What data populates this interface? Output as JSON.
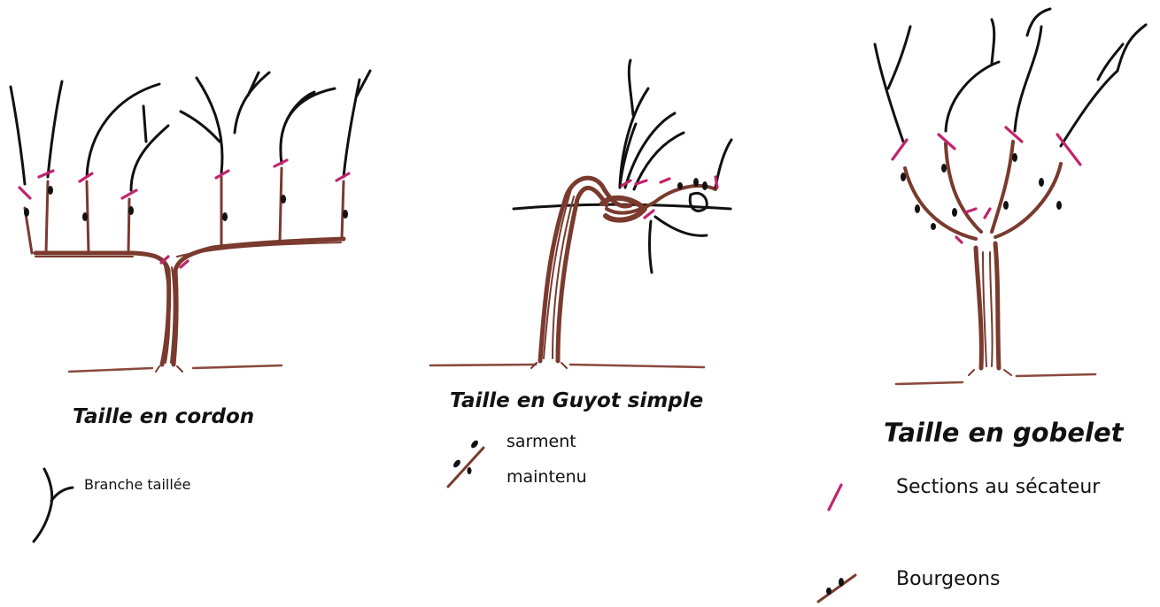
{
  "diagrams": [
    {
      "title": "Taille en cordon",
      "legend": [
        {
          "icon": "pruned-branch-icon",
          "label": "Branche taillée"
        }
      ]
    },
    {
      "title": "Taille en Guyot simple",
      "legend": [
        {
          "icon": "cane-icon",
          "label_line1": "sarment",
          "label_line2": "maintenu"
        }
      ]
    },
    {
      "title": "Taille en gobelet",
      "legend": [
        {
          "icon": "pruning-cut-icon",
          "label": "Sections au sécateur"
        },
        {
          "icon": "bud-icon",
          "label": "Bourgeons"
        }
      ]
    }
  ],
  "colors": {
    "wood": "#7a3a2e",
    "shoots": "#111111",
    "cuts": "#c2246e",
    "background": "#ffffff"
  }
}
